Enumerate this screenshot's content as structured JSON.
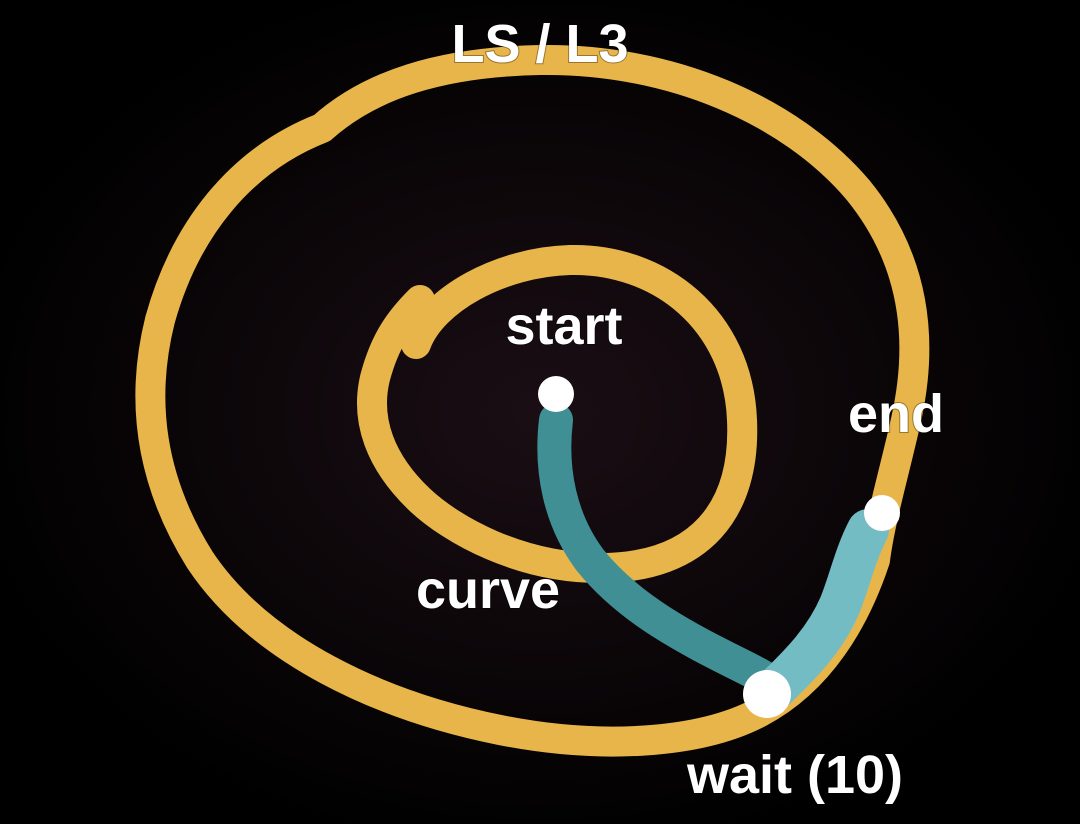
{
  "title": "LS / L3",
  "labels": {
    "start": "start",
    "end": "end",
    "curve": "curve",
    "wait": "wait (10)"
  },
  "colors": {
    "background": "#000000",
    "spiral": "#e8b54a",
    "curve_path": "#3f8f94",
    "end_path": "#74bcc4",
    "marker": "#ffffff"
  }
}
